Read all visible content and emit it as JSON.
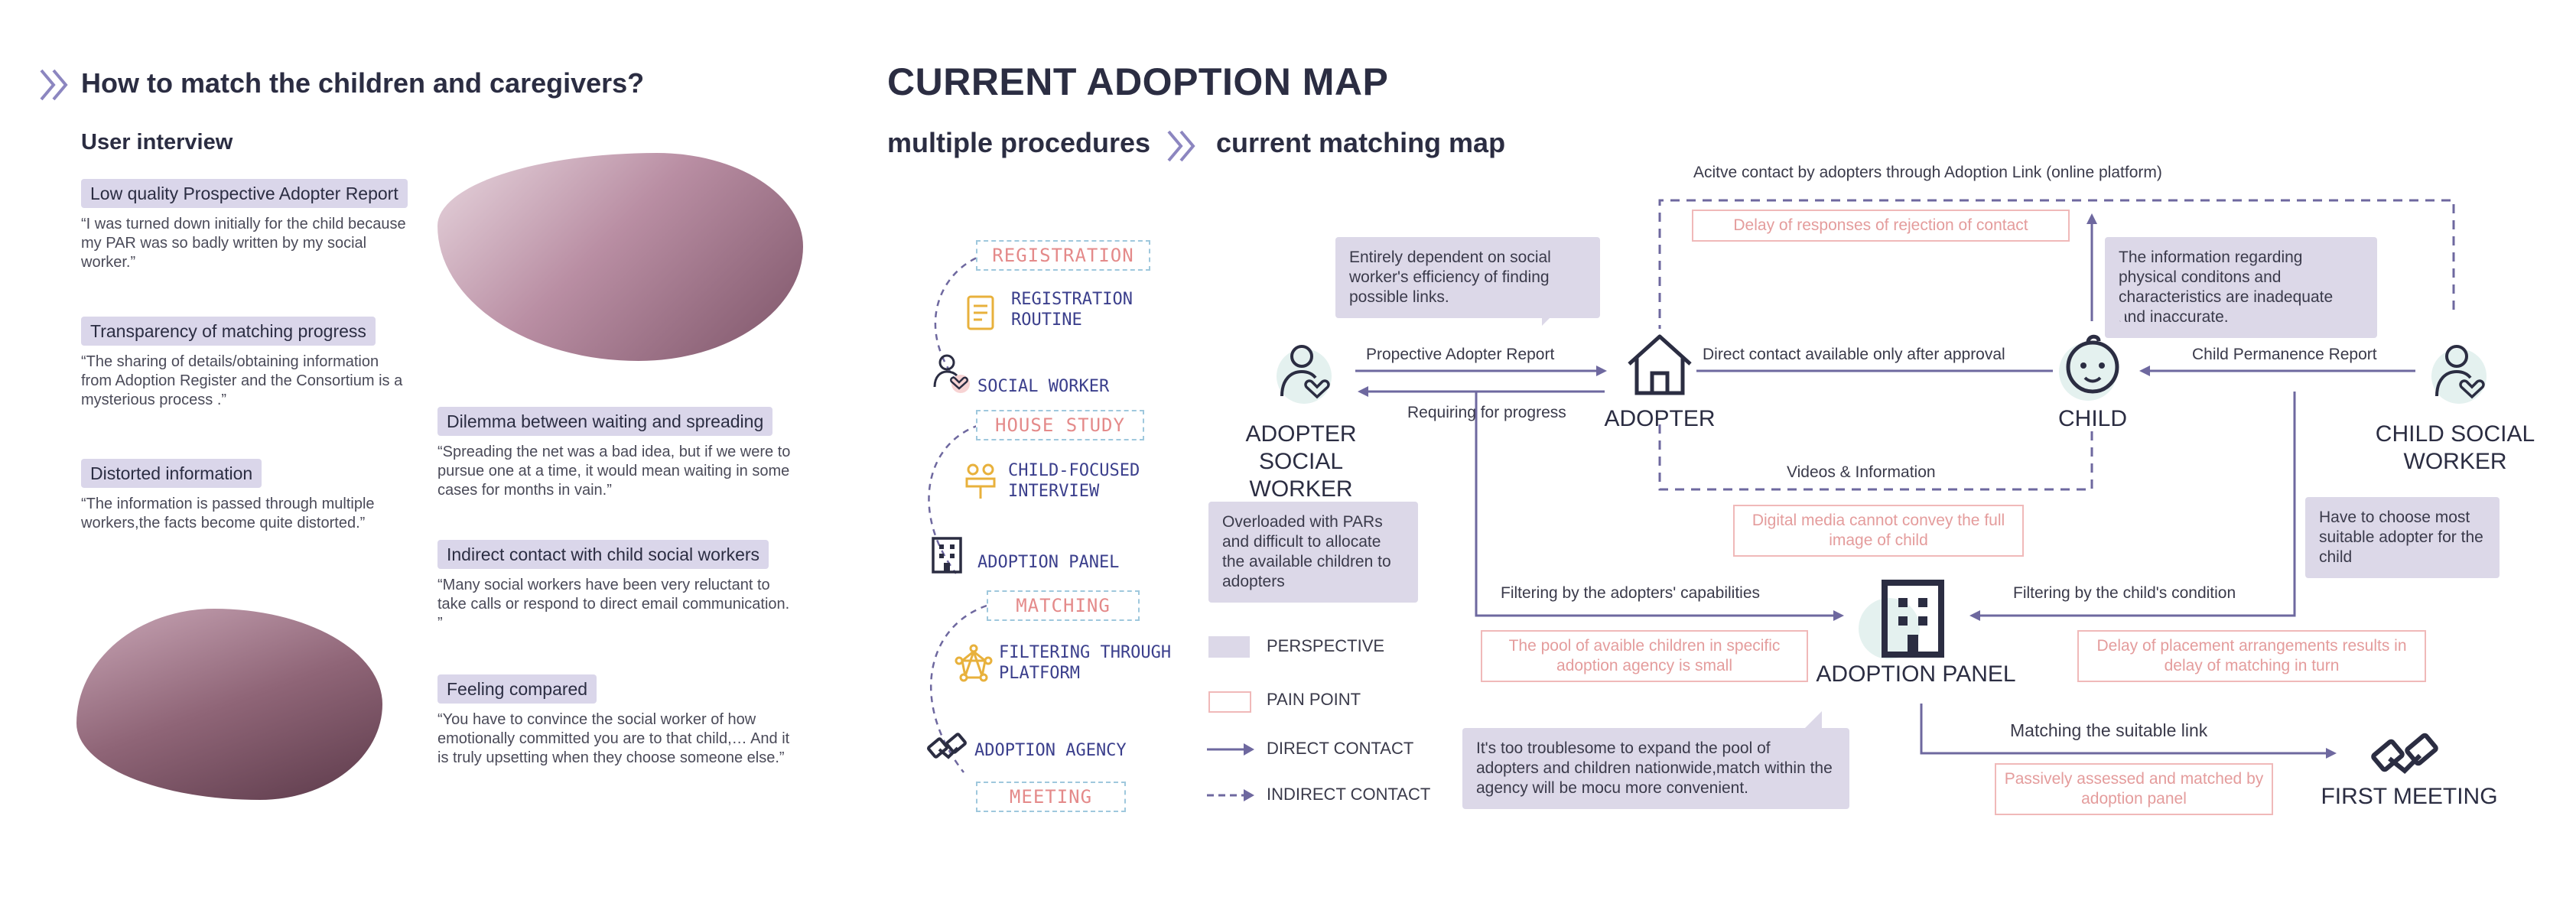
{
  "left": {
    "title": "How to match the children and caregivers?",
    "subtitle": "User interview",
    "items": [
      {
        "tag": "Low quality Prospective Adopter Report",
        "quote": "“I was turned down initially for the child because my PAR was so badly written by my social worker.”"
      },
      {
        "tag": "Transparency of matching progress",
        "quote": "“The sharing of details/obtaining information from Adoption Register and the Consortium is a mysterious process .”"
      },
      {
        "tag": "Distorted information",
        "quote": "“The information is passed through multiple workers,the facts become quite distorted.”"
      },
      {
        "tag": "Dilemma between waiting and spreading",
        "quote": "“Spreading the net was a bad idea, but if we were to pursue one at a time, it would mean waiting in some cases for months in vain.”"
      },
      {
        "tag": "Indirect contact with child social workers",
        "quote": "“Many social workers have been very reluctant to take calls or respond to direct email communication. ”"
      },
      {
        "tag": "Feeling compared",
        "quote": "“You have to convince the social worker of how emotionally committed you are to that child,… And it is truly upsetting when they choose someone else.”"
      }
    ]
  },
  "map": {
    "title": "CURRENT ADOPTION MAP",
    "sub_left": "multiple procedures",
    "sub_right": "current matching map"
  },
  "procedures": {
    "stages": [
      "REGISTRATION",
      "HOUSE STUDY",
      "MATCHING",
      "MEETING"
    ],
    "steps": [
      {
        "label": "REGISTRATION ROUTINE",
        "icon": "document-icon"
      },
      {
        "label": "SOCIAL WORKER",
        "icon": "person-icon"
      },
      {
        "label": "CHILD-FOCUSED INTERVIEW",
        "icon": "interview-icon"
      },
      {
        "label": "ADOPTION PANEL",
        "icon": "building-icon"
      },
      {
        "label": "FILTERING THROUGH PLATFORM",
        "icon": "network-icon"
      },
      {
        "label": "ADOPTION AGENCY",
        "icon": "handshake-icon"
      }
    ]
  },
  "legend": {
    "perspective": "PERSPECTIVE",
    "pain_point": "PAIN POINT",
    "direct": "DIRECT CONTACT",
    "indirect": "INDIRECT CONTACT"
  },
  "nodes": {
    "adopter_sw": "ADOPTER SOCIAL WORKER",
    "adopter": "ADOPTER",
    "child": "CHILD",
    "child_sw": "CHILD SOCIAL WORKER",
    "panel": "ADOPTION PANEL",
    "meeting": "FIRST MEETING"
  },
  "edges": {
    "active_contact": "Acitve contact by adopters through Adoption Link (online platform)",
    "par": "Propective Adopter Report",
    "requiring": "Requiring for progress",
    "direct_after": "Direct contact available only after approval",
    "cpr": "Child Permanence Report",
    "videos": "Videos & Information",
    "filter_adopter": "Filtering by the adopters' capabilities",
    "filter_child": "Filtering by the child's condition",
    "matching": "Matching the suitable link"
  },
  "perspectives": {
    "dependent": "Entirely dependent on social worker's efficiency of finding possible links.",
    "physical": "The information regarding physical conditons and characteristics are inadequate and inaccurate.",
    "overloaded": "Overloaded with PARs and difficult to allocate the available children to adopters",
    "choose": "Have to choose most suitable adopter for the child",
    "troublesome": "It's too troublesome to expand the pool of adopters and children nationwide,match within the agency will be mocu more convenient."
  },
  "pain_points": {
    "delay_rejection": "Delay of responses of rejection of contact",
    "digital_media": "Digital media cannot convey the full image of child",
    "pool_small": "The pool of avaible children in specific adoption agency is small",
    "delay_placement": "Delay of placement arrangements results in delay of matching in turn",
    "passive": "Passively assessed and matched by adoption panel"
  },
  "colors": {
    "arrow": "#6e689f",
    "pain": "#f0b9b9",
    "perspective": "#dcd8e8",
    "stage_border": "#9fc8dd",
    "stage_text": "#e48a8a"
  }
}
